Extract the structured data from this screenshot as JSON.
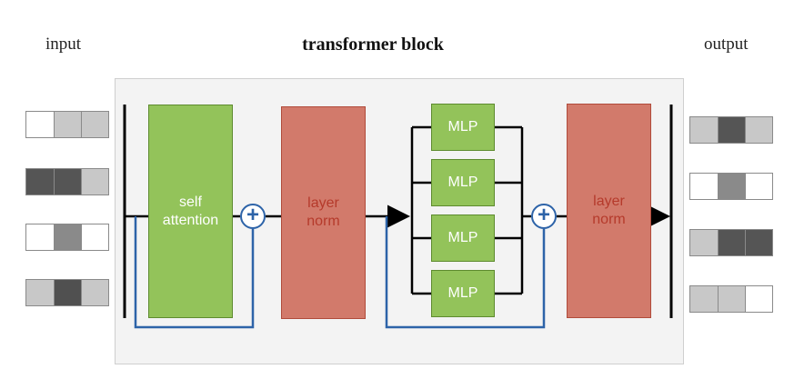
{
  "labels": {
    "input": "input",
    "title": "transformer block",
    "output": "output"
  },
  "blocks": {
    "self_attention": [
      "self",
      "attention"
    ],
    "layer_norm_1": [
      "layer",
      "norm"
    ],
    "mlps": [
      "MLP",
      "MLP",
      "MLP",
      "MLP"
    ],
    "layer_norm_2": [
      "layer",
      "norm"
    ],
    "residual_symbol": "+"
  },
  "input_vectors": [
    [
      "#ffffff",
      "#c8c8c8",
      "#c8c8c8"
    ],
    [
      "#555555",
      "#555555",
      "#c8c8c8"
    ],
    [
      "#ffffff",
      "#8a8a8a",
      "#ffffff"
    ],
    [
      "#c8c8c8",
      "#505050",
      "#c8c8c8"
    ]
  ],
  "output_vectors": [
    [
      "#c8c8c8",
      "#555555",
      "#c8c8c8"
    ],
    [
      "#ffffff",
      "#8a8a8a",
      "#ffffff"
    ],
    [
      "#c8c8c8",
      "#555555",
      "#555555"
    ],
    [
      "#c8c8c8",
      "#c8c8c8",
      "#ffffff"
    ]
  ],
  "colors": {
    "attention_green": "#93c35a",
    "norm_red": "#d27a6b",
    "residual_blue": "#2d63a8"
  }
}
